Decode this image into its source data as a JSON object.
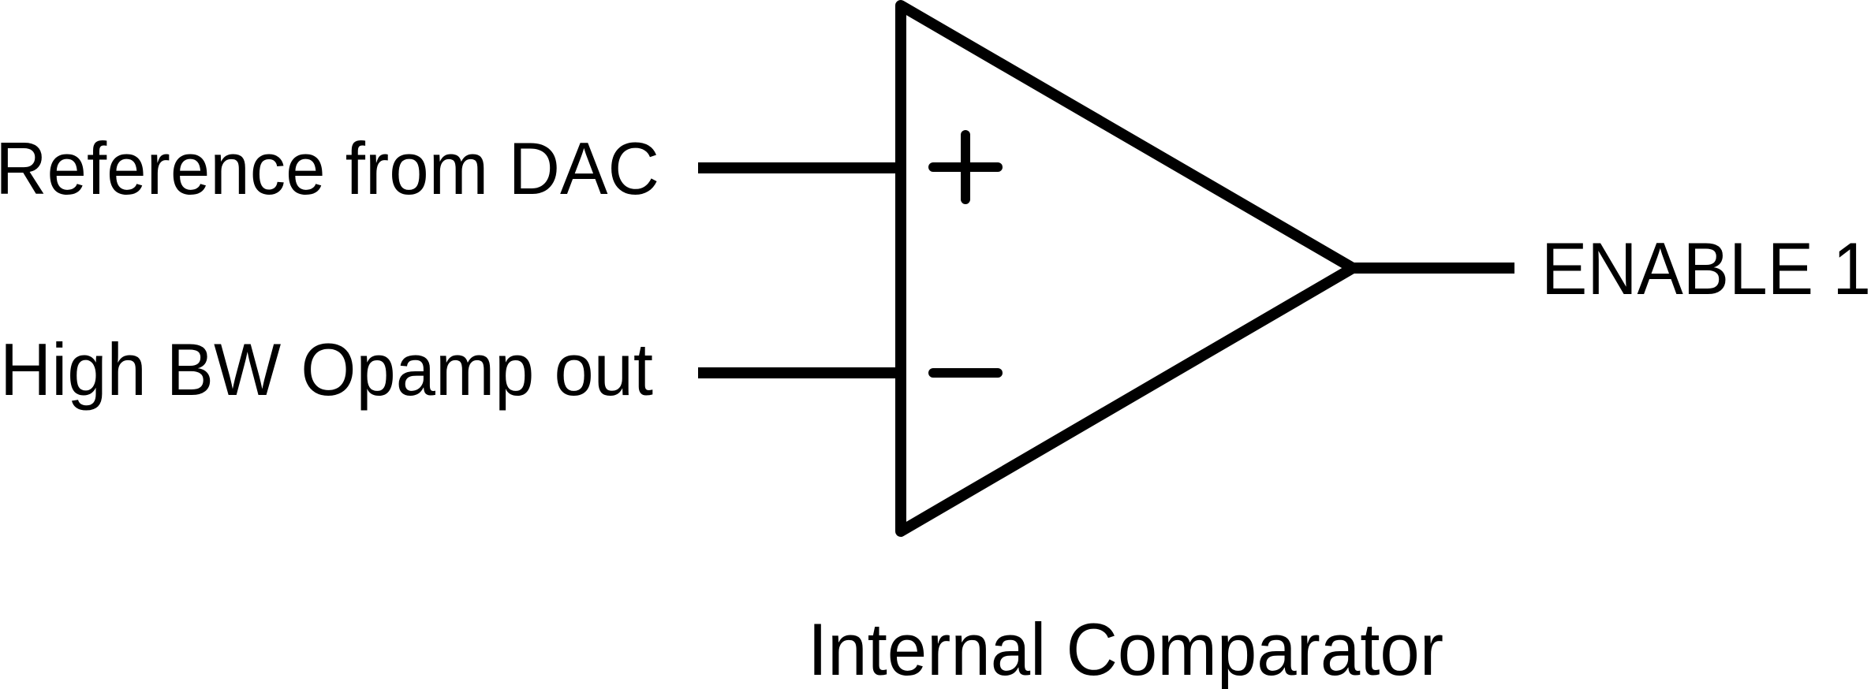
{
  "diagram": {
    "inputs": {
      "noninverting_label": "Reference from DAC",
      "inverting_label": "High BW Opamp out"
    },
    "output_label": "ENABLE 1",
    "caption": "Internal Comparator",
    "symbols": {
      "plus": "+",
      "minus": "−"
    },
    "colors": {
      "stroke": "#000000",
      "background": "#ffffff"
    }
  }
}
